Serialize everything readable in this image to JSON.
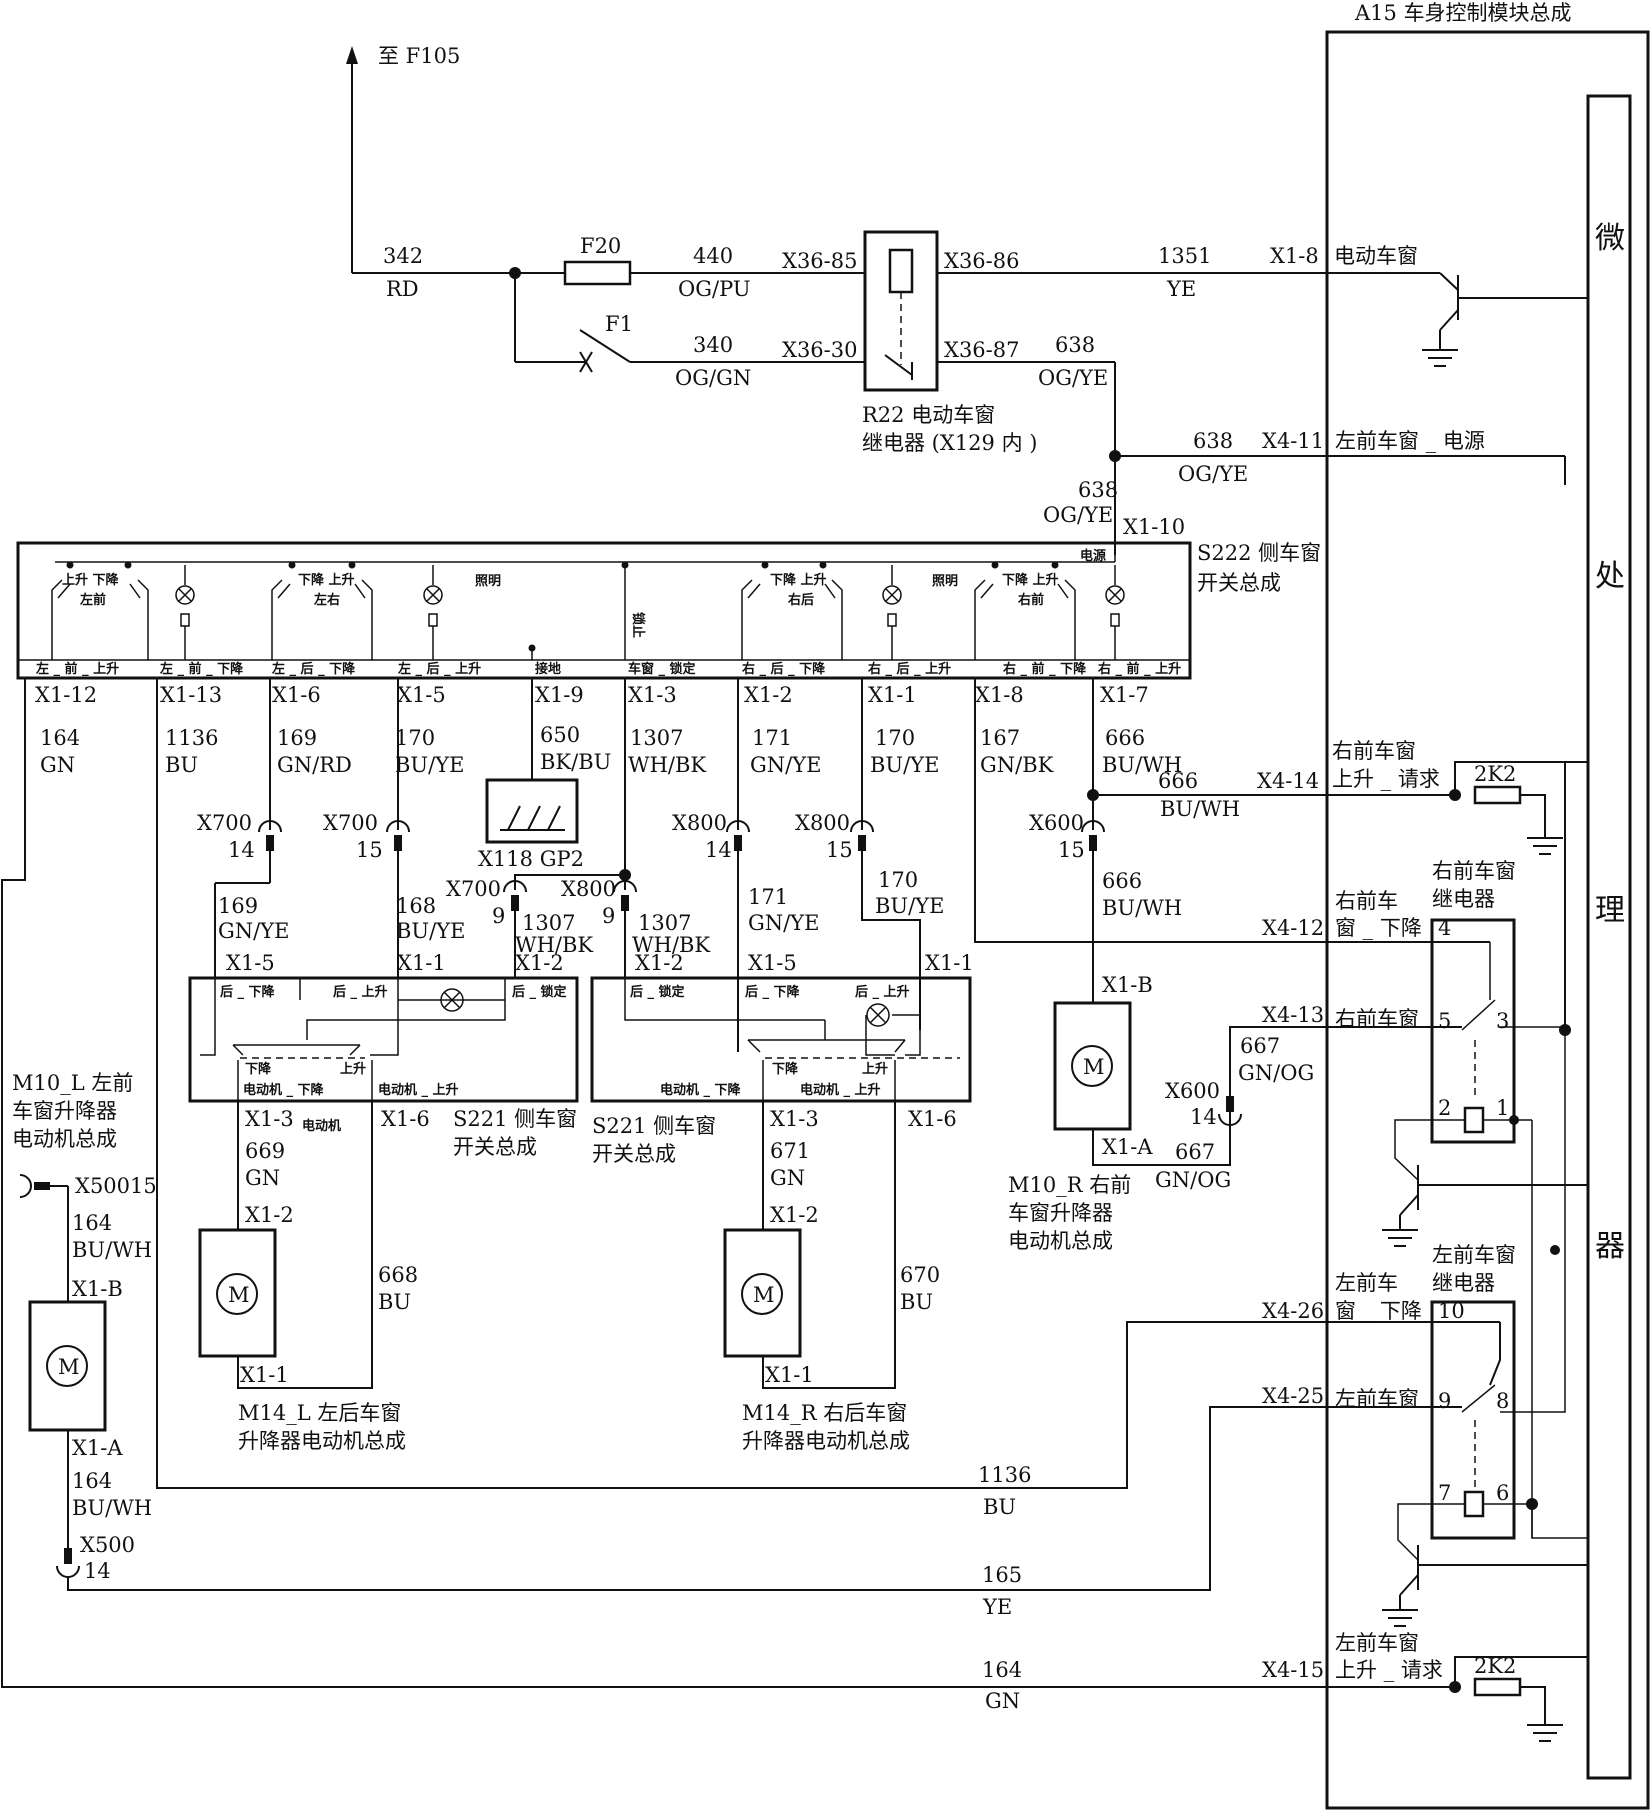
{
  "header": {
    "module_title": "A15 车身控制模块总成",
    "micro_label": [
      "微",
      "处",
      "理",
      "器"
    ],
    "to_f105": "至 F105"
  },
  "power": {
    "w342": "342",
    "rd": "RD",
    "f20": "F20",
    "f1": "F1",
    "w440": "440",
    "ogpu": "OG/PU",
    "w340": "340",
    "oggn": "OG/GN",
    "x36_85": "X36-85",
    "x36_86": "X36-86",
    "x36_30": "X36-30",
    "x36_87": "X36-87",
    "w1351": "1351",
    "ye": "YE",
    "x1_8": "X1-8",
    "power_window": "电动车窗",
    "w638a": "638",
    "ogye_a": "OG/YE",
    "r22_line1": "R22 电动车窗",
    "r22_line2": "继电器 (X129 内 )",
    "w638b": "638",
    "ogye_b": "OG/YE",
    "x4_11": "X4-11",
    "lf_power": "左前车窗 _ 电源",
    "w638c": "638",
    "ogye_c": "OG/YE",
    "x1_10": "X1-10"
  },
  "s222": {
    "title_line1": "S222 侧车窗",
    "title_line2": "开关总成",
    "power": "电源",
    "sw1": "上升 下降",
    "sw1_sub": "左前",
    "sw2": "下降 上升",
    "sw2_sub": "左右",
    "sw3": "下降 上升",
    "sw3_sub": "右后",
    "sw4": "下降 上升",
    "sw4_sub": "右前",
    "light1": "照明",
    "light2": "照明",
    "lock": "锁止",
    "bottom_labels": [
      "左 _ 前 _ 上升",
      "左 _ 前 _ 下降",
      "左 _ 后 _ 下降",
      "左 _ 后 _ 上升",
      "接地",
      "车窗 _ 锁定",
      "右 _ 后 _ 下降",
      "右 _ 后 _ 上升",
      "右 _ 前 _ 下降",
      "右 _ 前 _ 上升"
    ],
    "pins": [
      "X1-12",
      "X1-13",
      "X1-6",
      "X1-5",
      "X1-9",
      "X1-3",
      "X1-2",
      "X1-1",
      "X1-8",
      "X1-7"
    ],
    "wire_nums": [
      "164",
      "1136",
      "169",
      "170",
      "650",
      "1307",
      "171",
      "170",
      "167",
      "666"
    ],
    "wire_colors": [
      "GN",
      "BU",
      "GN/RD",
      "BU/YE",
      "BK/BU",
      "WH/BK",
      "GN/YE",
      "BU/YE",
      "GN/BK",
      "BU/WH"
    ]
  },
  "ground": {
    "label": "X118 GP2"
  },
  "connectors": {
    "x700a": "X700",
    "x700a_pin": "14",
    "x700b": "X700",
    "x700b_pin": "15",
    "x700c": "X700",
    "x700c_pin": "9",
    "x800a": "X800",
    "x800a_pin": "14",
    "x800b": "X800",
    "x800b_pin": "15",
    "x800c": "X800",
    "x800c_pin": "9",
    "x600a": "X600",
    "x600a_pin": "15",
    "x600b": "X600",
    "x600b_pin": "14",
    "x50015": "X50015",
    "x500": "X500",
    "x500_pin": "14"
  },
  "left_rear": {
    "w169": "169",
    "gnye": "GN/YE",
    "w168": "168",
    "buye": "BU/YE",
    "w1307": "1307",
    "whbk": "WH/BK",
    "x1_5": "X1-5",
    "x1_1": "X1-1",
    "x1_2": "X1-2",
    "lbl_down": "后 _ 下降",
    "lbl_up": "后 _ 上升",
    "lbl_lock": "后 _ 锁定",
    "lbl_d": "下降",
    "lbl_u": "上升",
    "lbl_md": "电动机 _ 下降",
    "lbl_mu": "电动机 _ 上升",
    "lbl_motor": "电动机",
    "x1_3": "X1-3",
    "x1_6": "X1-6",
    "s221_line1": "S221 侧车窗",
    "s221_line2": "开关总成",
    "w669": "669",
    "gn": "GN",
    "m_x1_2": "X1-2",
    "w668": "668",
    "bu": "BU",
    "m_x1_1": "X1-1",
    "m": "M",
    "title_line1": "M14_L 左后车窗",
    "title_line2": "升降器电动机总成"
  },
  "right_rear": {
    "w1307": "1307",
    "whbk": "WH/BK",
    "w171": "171",
    "gnye": "GN/YE",
    "w170": "170",
    "buye": "BU/YE",
    "x1_2": "X1-2",
    "x1_5": "X1-5",
    "x1_1": "X1-1",
    "lbl_lock": "后 _ 锁定",
    "lbl_down": "后 _ 下降",
    "lbl_up": "后 _ 上升",
    "lbl_d": "下降",
    "lbl_u": "上升",
    "lbl_md": "电动机 _ 下降",
    "lbl_mu": "电动机 _ 上升",
    "x1_3": "X1-3",
    "x1_6": "X1-6",
    "s221_line1": "S221 侧车窗",
    "s221_line2": "开关总成",
    "w671": "671",
    "gn": "GN",
    "m_x1_2": "X1-2",
    "w670": "670",
    "bu": "BU",
    "m_x1_1": "X1-1",
    "m": "M",
    "title_line1": "M14_R 右后车窗",
    "title_line2": "升降器电动机总成"
  },
  "right_front": {
    "w666a": "666",
    "buwh_a": "BU/WH",
    "x4_14": "X4-14",
    "req_line1": "右前车窗",
    "req_line2": "上升 _ 请求",
    "r2k2": "2K2",
    "w666b": "666",
    "buwh_b": "BU/WH",
    "x1_b": "X1-B",
    "x1_a": "X1-A",
    "m": "M",
    "w667a": "667",
    "gnog_a": "GN/OG",
    "w667b": "667",
    "gnog_b": "GN/OG",
    "title_line1": "M10_R 右前",
    "title_line2": "车窗升降器",
    "title_line3": "电动机总成",
    "relay_line1": "右前车窗",
    "relay_line2": "继电器",
    "x4_12": "X4-12",
    "down_line1": "右前车",
    "down_line2": "窗 _ 下降",
    "x4_13": "X4-13",
    "rf_window": "右前车窗",
    "p4": "4",
    "p5": "5",
    "p3": "3",
    "p2": "2",
    "p1": "1"
  },
  "left_front": {
    "title_line1": "M10_L 左前",
    "title_line2": "车窗升降器",
    "title_line3": "电动机总成",
    "w164a": "164",
    "buwh_a": "BU/WH",
    "x1_b": "X1-B",
    "x1_a": "X1-A",
    "m": "M",
    "w164b": "164",
    "buwh_b": "BU/WH",
    "relay_line1": "左前车窗",
    "relay_line2": "继电器",
    "x4_26": "X4-26",
    "down_line1": "左前车",
    "down_line2": "窗 _ 下降",
    "x4_25": "X4-25",
    "lf_window": "左前车窗",
    "p10": "10",
    "p9": "9",
    "p8": "8",
    "p7": "7",
    "p6": "6",
    "w1136": "1136",
    "bu": "BU",
    "w165": "165",
    "ye": "YE",
    "w164c": "164",
    "gn": "GN",
    "x4_15": "X4-15",
    "req_line1": "左前车窗",
    "req_line2": "上升 _ 请求",
    "r2k2": "2K2"
  }
}
